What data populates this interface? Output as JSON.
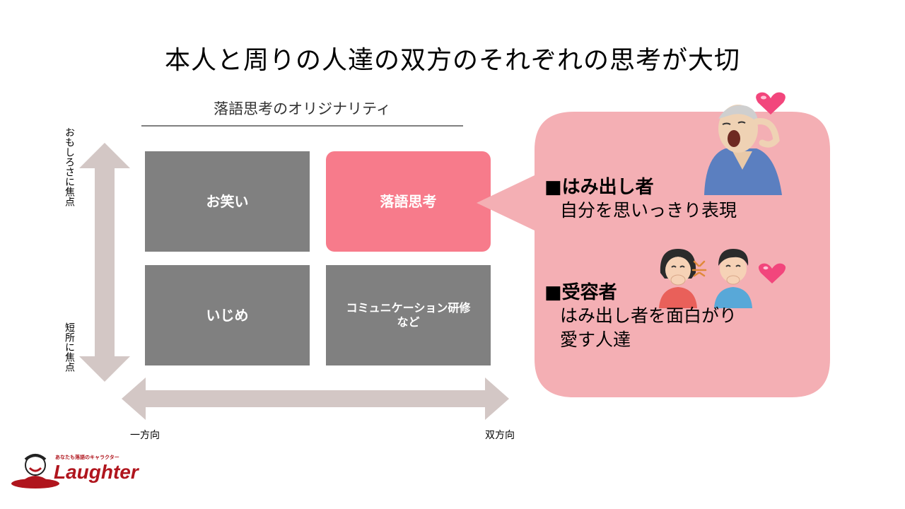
{
  "title": "本人と周りの人達の双方のそれぞれの思考が大切",
  "matrix": {
    "heading": "落語思考のオリジナリティ",
    "cells": {
      "top_left": "お笑い",
      "top_right": "落語思考",
      "bottom_left": "いじめ",
      "bottom_right_line1": "コミュニケーション研修",
      "bottom_right_line2": "など"
    },
    "y_axis": {
      "top": "おもしろさに焦点",
      "bottom": "短所に焦点"
    },
    "x_axis": {
      "left": "一方向",
      "right": "双方向"
    }
  },
  "callout": {
    "section1_title": "■はみ出し者",
    "section1_body": "自分を思いっきり表現",
    "section2_title": "■受容者",
    "section2_body_line1": "はみ出し者を面白がり",
    "section2_body_line2": "愛す人達"
  },
  "logo": {
    "tagline": "あなたも落語のキャラクター",
    "name": "Laughter"
  },
  "colors": {
    "cell_gray": "#808080",
    "cell_pink": "#f77b8b",
    "callout_fill": "#f4afb4",
    "arrow": "#d3c7c5",
    "logo_red": "#b0151d"
  }
}
